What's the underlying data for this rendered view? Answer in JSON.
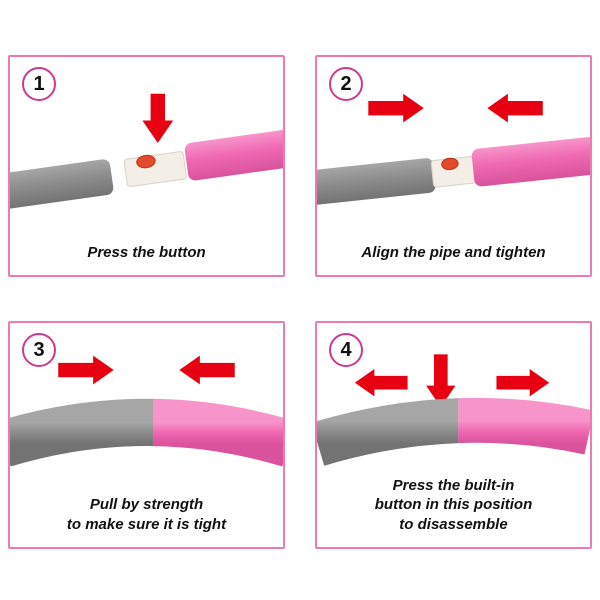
{
  "colors": {
    "panel_border": "#ee7ab4",
    "circle_border": "#cf3a8e",
    "arrow_red": "#e60012",
    "pipe_gray": "#8d8d8d",
    "pipe_gray_light": "#a6a6a6",
    "pipe_gray_dark": "#737373",
    "pipe_pink": "#f069b2",
    "pipe_pink_light": "#f795ca",
    "pipe_pink_dark": "#d8539c",
    "connector_white": "#f3efe7",
    "connector_edge": "#d8d3c6",
    "button_red": "#e64a2e",
    "button_red_dark": "#b93418",
    "text": "#111111"
  },
  "panels": [
    {
      "number": "1",
      "caption_lines": [
        "Press the button"
      ]
    },
    {
      "number": "2",
      "caption_lines": [
        "Align the pipe and tighten"
      ]
    },
    {
      "number": "3",
      "caption_lines": [
        "Pull by strength",
        "to make sure it is tight"
      ]
    },
    {
      "number": "4",
      "caption_lines": [
        "Press the built-in",
        "button in this position",
        "to disassemble"
      ]
    }
  ]
}
